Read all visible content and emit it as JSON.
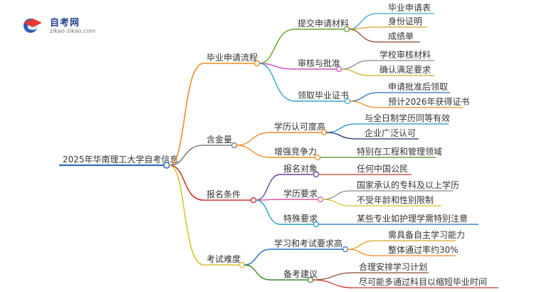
{
  "logo": {
    "title": "自考网",
    "subtitle": "zikao-zikao.com"
  },
  "root": "2025年华南理工大学自考信息",
  "colors": {
    "root": "#2f6fbf",
    "process": "#f08a24",
    "value": "#808080",
    "signup": "#d0362e",
    "difficulty": "#d6c42f",
    "material": "#5ea628",
    "leafMaterial": "#8b4a2b",
    "review": "#d64fb4",
    "leafReview": "#c7b52a",
    "certificate": "#3aa6c9",
    "leafCert": "#f08a24",
    "recognition": "#f08a24",
    "leafRecog": "#1e8fc9",
    "competitiveness": "#f08a24",
    "leafComp": "#4a8a22",
    "target": "#6a3f9c",
    "leafTarget": "#d0362e",
    "education": "#e0559e",
    "leafEdu": "#8a8a8a",
    "special": "#26a0c4",
    "leafSpecial": "#1e6fbf",
    "studyReq": "#2b6fc0",
    "leafStudy": "#f08a24",
    "advice": "#3a8a2a",
    "leafAdvice": "#d0362e"
  },
  "branches": {
    "process": {
      "label": "毕业申请流程",
      "material": {
        "label": "提交申请材料",
        "leaves": [
          "毕业申请表",
          "身份证明",
          "成绩单"
        ]
      },
      "review": {
        "label": "审核与批准",
        "leaves": [
          "学校审核材料",
          "确认满足要求"
        ]
      },
      "certificate": {
        "label": "领取毕业证书",
        "leaves": [
          "申请批准后领取",
          "预计2026年获得证书"
        ]
      }
    },
    "value": {
      "label": "含金量",
      "recognition": {
        "label": "学历认可度高",
        "leaves": [
          "与全日制学历同等有效",
          "企业广泛认可"
        ]
      },
      "competitiveness": {
        "label": "增强竞争力",
        "leaves": [
          "特别在工程和管理领域"
        ]
      }
    },
    "signup": {
      "label": "报名条件",
      "target": {
        "label": "报名对象",
        "leaves": [
          "任何中国公民"
        ]
      },
      "education": {
        "label": "学历要求",
        "leaves": [
          "国家承认的专科及以上学历",
          "不受年龄和性别限制"
        ]
      },
      "special": {
        "label": "特殊要求",
        "leaves": [
          "某些专业如护理学需特别注意"
        ]
      }
    },
    "difficulty": {
      "label": "考试难度",
      "studyReq": {
        "label": "学习和考试要求高",
        "leaves": [
          "需具备自主学习能力",
          "整体通过率约30%"
        ]
      },
      "advice": {
        "label": "备考建议",
        "leaves": [
          "合理安排学习计划",
          "尽可能多通过科目以缩短毕业时间"
        ]
      }
    }
  }
}
